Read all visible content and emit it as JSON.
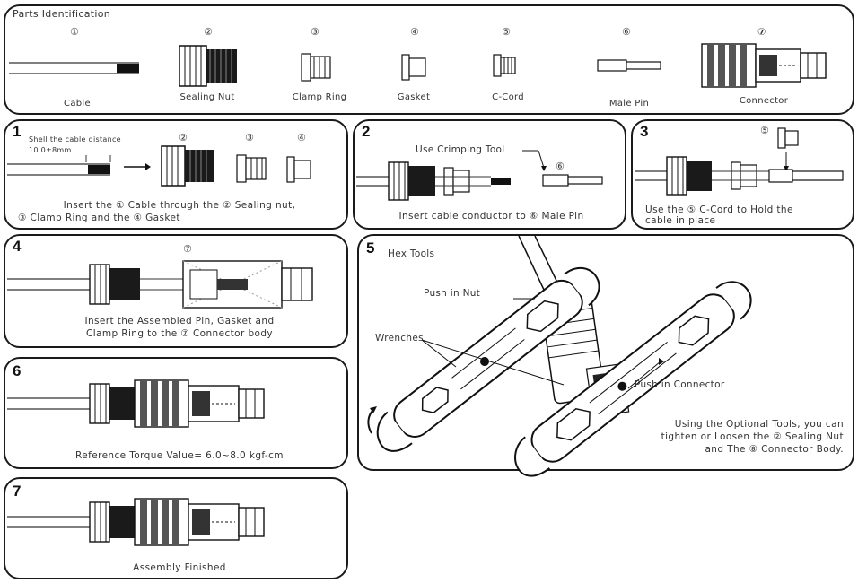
{
  "parts_panel": {
    "title": "Parts Identification",
    "parts": [
      {
        "num": "①",
        "label": "Cable"
      },
      {
        "num": "②",
        "label": "Sealing Nut"
      },
      {
        "num": "③",
        "label": "Clamp Ring"
      },
      {
        "num": "④",
        "label": "Gasket"
      },
      {
        "num": "⑤",
        "label": "C-Cord"
      },
      {
        "num": "⑥",
        "label": "Male Pin"
      },
      {
        "num": "⑦",
        "label": "Connector"
      }
    ]
  },
  "steps": {
    "s1": {
      "num": "1",
      "shell_label": "Shell the cable distance",
      "distance": "10.0±8mm",
      "part_nums": [
        "②",
        "③",
        "④"
      ],
      "caption_l1": "Insert the ① Cable through the ② Sealing nut,",
      "caption_l2": "③ Clamp Ring and the ④ Gasket"
    },
    "s2": {
      "num": "2",
      "tool_label": "Use Crimping Tool",
      "part_num": "⑥",
      "caption": "Insert cable conductor to ⑥ Male Pin"
    },
    "s3": {
      "num": "3",
      "part_num": "⑤",
      "caption_l1": "Use the ⑤ C-Cord to Hold the",
      "caption_l2": "cable in place"
    },
    "s4": {
      "num": "4",
      "part_num": "⑦",
      "caption_l1": "Insert the Assembled Pin, Gasket and",
      "caption_l2": "Clamp Ring to the ⑦ Connector body"
    },
    "s5": {
      "num": "5",
      "title": "Hex Tools",
      "push_nut": "Push in Nut",
      "wrenches": "Wrenches",
      "push_connector": "Push in Connector",
      "caption_l1": "Using the Optional Tools, you can",
      "caption_l2": "tighten or Loosen the ② Sealing Nut",
      "caption_l3": "and The ⑧ Connector Body."
    },
    "s6": {
      "num": "6",
      "caption": "Reference Torque Value= 6.0~8.0 kgf-cm"
    },
    "s7": {
      "num": "7",
      "caption": "Assembly Finished"
    }
  }
}
